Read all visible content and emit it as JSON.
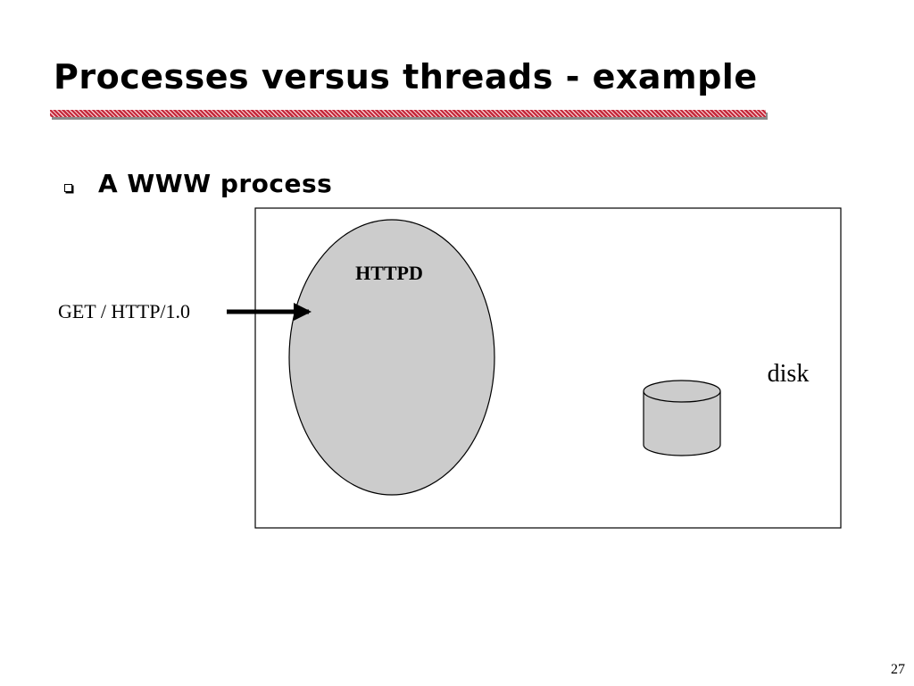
{
  "slide": {
    "title": "Processes versus threads - example",
    "bullet": "A WWW process",
    "page_number": "27"
  },
  "diagram": {
    "process_label": "HTTPD",
    "request_label": "GET / HTTP/1.0",
    "disk_label": "disk",
    "colors": {
      "shape_fill": "#cccccc",
      "stroke": "#000000",
      "title_rule": "#c4283a"
    }
  }
}
